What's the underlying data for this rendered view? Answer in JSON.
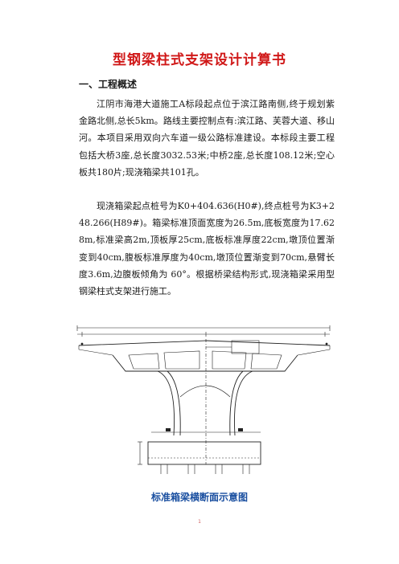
{
  "document": {
    "title": "型钢梁柱式支架设计计算书",
    "section_heading": "一、工程概述",
    "paragraph_1": "江阴市海港大道施工A标段起点位于滨江路南侧,终于规划紫金路北侧,总长5km。路线主要控制点有:滨江路、芙蓉大道、移山河。本项目采用双向六车道一级公路标准建设。本标段主要工程包括大桥3座,总长度3032.53米;中桥2座,总长度108.12米;空心板共180片;现浇箱梁共101孔。",
    "paragraph_2": "现浇箱梁起点桩号为K0+404.636(H0#),终点桩号为K3+248.266(H89#)。箱梁标准顶面宽度为26.5m,底板宽度为17.628m,标准梁高2m,顶板厚25cm,底板标准厚度22cm,墩顶位置渐变到40cm,腹板标准厚度为40cm,墩顶位置渐变到70cm,悬臂长度3.6m,边腹板倾角为 60°。根据桥梁结构形式,现浇箱梁采用型钢梁柱式支架进行施工。",
    "figure_caption": "标准箱梁横断面示意图",
    "page_number": "1"
  }
}
